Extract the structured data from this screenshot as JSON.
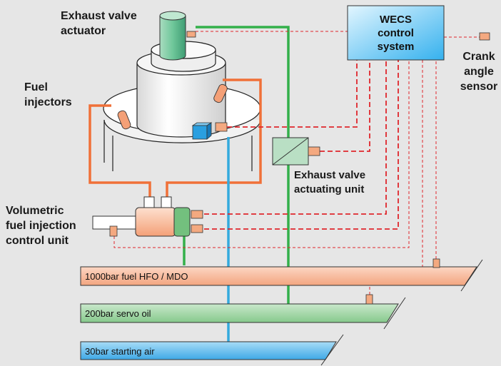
{
  "labels": {
    "exhaust_valve_actuator": [
      "Exhaust valve",
      "actuator"
    ],
    "fuel_injectors": [
      "Fuel",
      "injectors"
    ],
    "wecs": [
      "WECS",
      "control",
      "system"
    ],
    "crank_angle_sensor": [
      "Crank",
      "angle",
      "sensor"
    ],
    "exhaust_valve_actuating_unit": [
      "Exhaust valve",
      "actuating unit"
    ],
    "fuel_injection_control_unit": [
      "Volumetric",
      "fuel injection",
      "control unit"
    ]
  },
  "pipes": {
    "fuel": "1000bar fuel HFO / MDO",
    "servo": "200bar servo oil",
    "air": "30bar starting air"
  },
  "colors": {
    "background": "#e6e6e6",
    "fuel_line": "#f07038",
    "servo_line": "#33b04a",
    "air_line": "#33aadd",
    "signal_line": "#e0262c",
    "fuel_pipe": "#f8b898",
    "servo_pipe": "#9fd4a3",
    "air_pipe": "#6ec2f0"
  }
}
